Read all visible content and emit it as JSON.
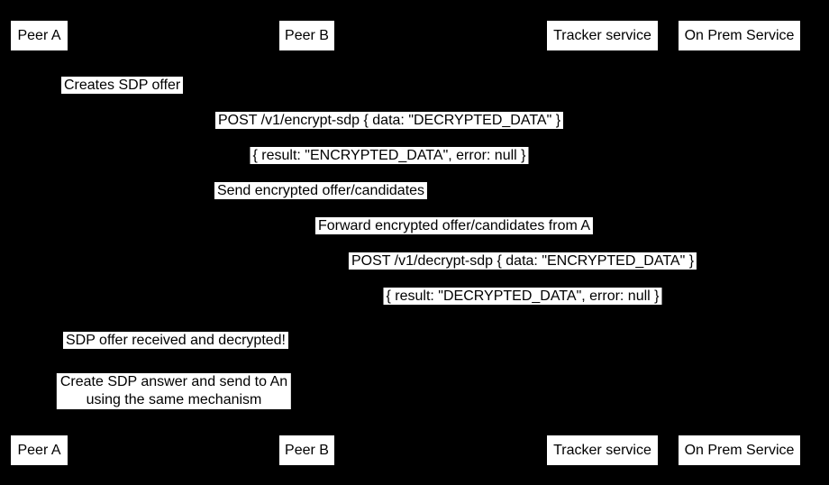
{
  "diagram": {
    "participants": {
      "peer_a": "Peer A",
      "peer_b": "Peer B",
      "tracker": "Tracker service",
      "on_prem": "On Prem Service"
    },
    "messages": {
      "creates_offer": "Creates SDP offer",
      "post_encrypt": "POST /v1/encrypt-sdp { data: \"DECRYPTED_DATA\" }",
      "encrypt_result": "{ result: \"ENCRYPTED_DATA\", error: null }",
      "send_encrypted": "Send encrypted offer/candidates",
      "forward_encrypted": "Forward encrypted offer/candidates from A",
      "post_decrypt": "POST /v1/decrypt-sdp { data: \"ENCRYPTED_DATA\" }",
      "decrypt_result": "{ result: \"DECRYPTED_DATA\", error: null }",
      "offer_received": "SDP offer received and decrypted!",
      "create_answer_line1": "Create SDP answer and send to An",
      "create_answer_line2": "using the same mechanism"
    },
    "colors": {
      "background": "#000000",
      "box_fill": "#ffffff",
      "text": "#000000"
    }
  }
}
